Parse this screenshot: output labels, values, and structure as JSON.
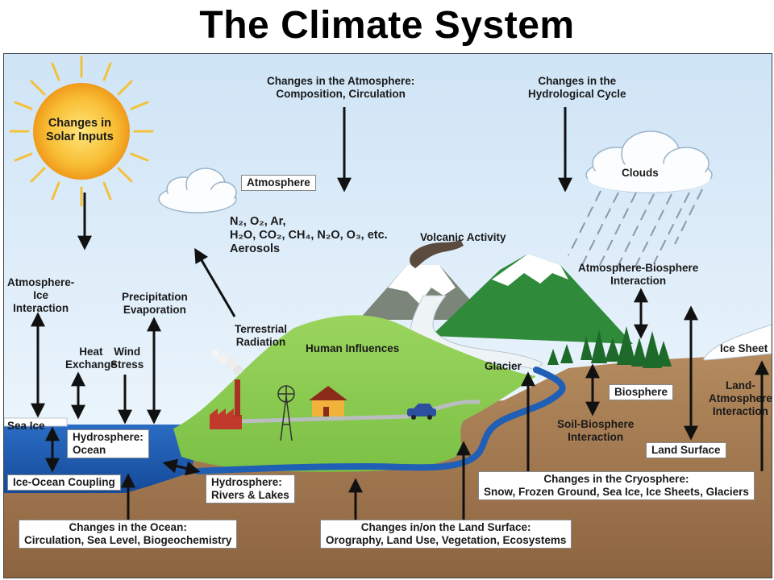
{
  "title": "The Climate System",
  "labels": {
    "solar": [
      "Changes in",
      "Solar Inputs"
    ],
    "atmos_changes": [
      "Changes in the Atmosphere:",
      "Composition, Circulation"
    ],
    "hydro_cycle": [
      "Changes in the",
      "Hydrological Cycle"
    ],
    "atmosphere": "Atmosphere",
    "clouds": "Clouds",
    "gases": [
      "N₂, O₂, Ar,",
      "H₂O, CO₂, CH₄, N₂O, O₃, etc.",
      "Aerosols"
    ],
    "volcanic": "Volcanic Activity",
    "atmos_ice": [
      "Atmosphere-",
      "Ice",
      "Interaction"
    ],
    "precip": [
      "Precipitation",
      "Evaporation"
    ],
    "heat": [
      "Heat",
      "Exchange"
    ],
    "wind": [
      "Wind",
      "Stress"
    ],
    "terrestrial": [
      "Terrestrial",
      "Radiation"
    ],
    "human": "Human Influences",
    "atmos_bio": [
      "Atmosphere-Biosphere",
      "Interaction"
    ],
    "glacier": "Glacier",
    "ice_sheet": "Ice Sheet",
    "land_atmos": [
      "Land-",
      "Atmosphere",
      "Interaction"
    ],
    "biosphere": "Biosphere",
    "soil_bio": [
      "Soil-Biosphere",
      "Interaction"
    ],
    "land_surface": "Land Surface",
    "sea_ice": "Sea Ice",
    "hydrosphere_ocean": [
      "Hydrosphere:",
      "Ocean"
    ],
    "ice_ocean": "Ice-Ocean Coupling",
    "hydro_rivers": [
      "Hydrosphere:",
      "Rivers & Lakes"
    ],
    "cryo": [
      "Changes in the Cryosphere:",
      "Snow, Frozen Ground, Sea Ice, Ice Sheets, Glaciers"
    ],
    "ocean_changes": [
      "Changes in the Ocean:",
      "Circulation, Sea Level, Biogeochemistry"
    ],
    "land_changes": [
      "Changes in/on the Land Surface:",
      "Orography, Land Use, Vegetation, Ecosystems"
    ]
  },
  "colors": {
    "sky_top": "#d6e9f8",
    "sky_bottom": "#f3f9fd",
    "sun": "#f7b52c",
    "ocean": "#1f5fb5",
    "grass": "#8fcd55",
    "mountain_green": "#2f8a3a",
    "mountain_grey": "#7b8579",
    "ground": "#a67c52",
    "snow": "#ffffff"
  }
}
